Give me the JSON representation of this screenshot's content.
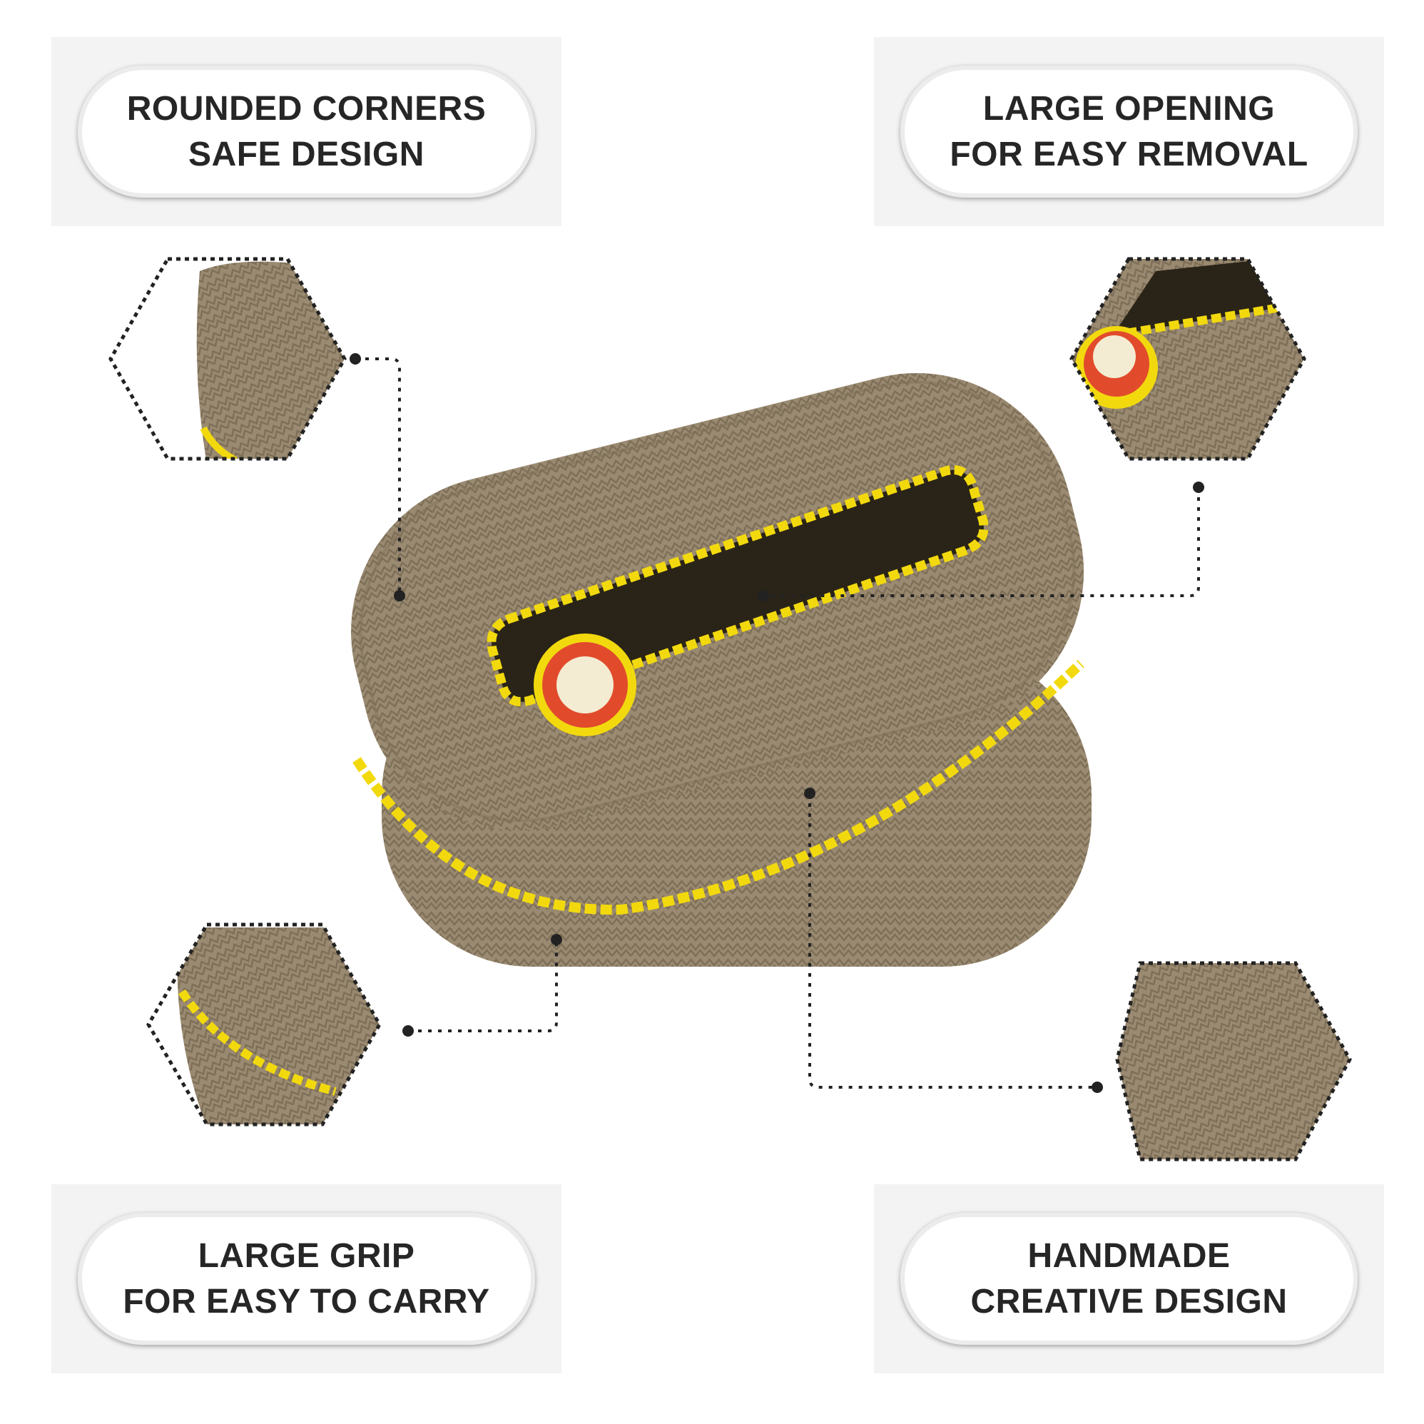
{
  "features": {
    "top_left": {
      "line1": "ROUNDED CORNERS",
      "line2": "SAFE DESIGN"
    },
    "top_right": {
      "line1": "LARGE OPENING",
      "line2": "FOR EASY REMOVAL"
    },
    "bottom_left": {
      "line1": "LARGE GRIP",
      "line2": "FOR EASY TO CARRY"
    },
    "bottom_right": {
      "line1": "HANDMADE",
      "line2": "CREATIVE DESIGN"
    }
  },
  "colors": {
    "rope": "#9a8a71",
    "rope_dark": "#7e6f58",
    "trim": "#f2d90e",
    "flower_red": "#e14b2c",
    "flower_center": "#f3ecd2",
    "connector": "#222222",
    "panel": "#f3f3f3",
    "text": "#262626"
  }
}
